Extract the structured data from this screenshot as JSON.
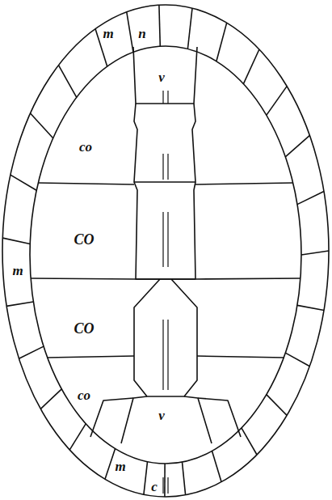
{
  "diagram": {
    "labels": [
      "m",
      "n",
      "v",
      "co",
      "CO",
      "m",
      "CO",
      "co",
      "v",
      "m",
      "c"
    ]
  }
}
